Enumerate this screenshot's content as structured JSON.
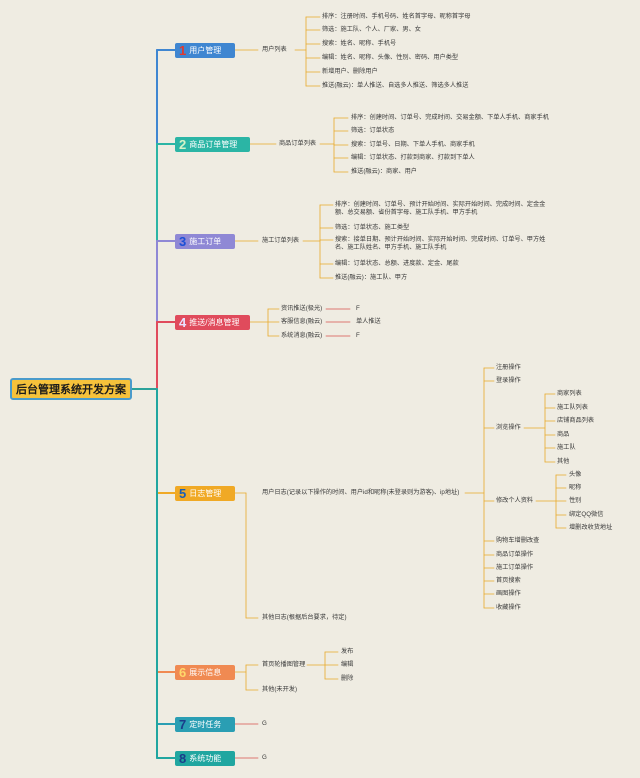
{
  "root": {
    "label": "后台管理系统开发方案"
  },
  "branches": [
    {
      "num": "1",
      "label": "用户管理",
      "color": "#3f86d1",
      "numColor": "#e03a2f"
    },
    {
      "num": "2",
      "label": "商品订单管理",
      "color": "#2bb5a5",
      "numColor": "#d6f3c8"
    },
    {
      "num": "3",
      "label": "施工订单",
      "color": "#8f88d5",
      "numColor": "#1b4fd6"
    },
    {
      "num": "4",
      "label": "推送/消息管理",
      "color": "#e04b5c",
      "numColor": "#e9e0ff"
    },
    {
      "num": "5",
      "label": "日志管理",
      "color": "#f0a925",
      "numColor": "#1a5fb4"
    },
    {
      "num": "6",
      "label": "展示信息",
      "color": "#f08a52",
      "numColor": "#ffd86a"
    },
    {
      "num": "7",
      "label": "定时任务",
      "color": "#2a9eb3",
      "numColor": "#1a3c8a"
    },
    {
      "num": "8",
      "label": "系统功能",
      "color": "#20a6a0",
      "numColor": "#1a3c8a"
    }
  ],
  "b1": {
    "sub": "用户列表",
    "items": [
      "排序：注册时间、手机号码、姓名首字母、昵称首字母",
      "筛选：施工队、个人、厂家、男、女",
      "搜索：姓名、昵称、手机号",
      "编辑：姓名、昵称、头像、性别、密码、用户类型",
      "新增用户、删除用户",
      "推送(融云)：单人推送、自选多人推送、筛选多人推送"
    ]
  },
  "b2": {
    "sub": "商品订单列表",
    "items": [
      "排序：创建时间、订单号、完成时间、交易金额、下单人手机、商家手机",
      "筛选：订单状态",
      "搜索：订单号、日期、下单人手机、商家手机",
      "编辑：订单状态、打款到商家、打款到下单人",
      "推送(融云)：商家、用户"
    ]
  },
  "b3": {
    "sub": "施工订单列表",
    "items": [
      "排序：创建时间、订单号、预计开始时间、实际开始时间、完成时间、定金金额、总交易额、省份首字母、施工队手机、甲方手机",
      "筛选：订单状态、施工类型",
      "搜索：接单日期、预计开始时间、实际开始时间、完成时间、订单号、甲方姓名、施工队姓名、甲方手机、施工队手机",
      "编辑：订单状态、总额、进度款、定金、尾款",
      "推送(融云)：施工队、甲方"
    ]
  },
  "b4": {
    "items": [
      {
        "label": "资讯推送(极光)",
        "value": "F"
      },
      {
        "label": "客服信息(融云)",
        "value": "单人推送"
      },
      {
        "label": "系统消息(融云)",
        "value": "F"
      }
    ]
  },
  "b5": {
    "sub1": "用户日志(记录以下操作的时间、用户id和昵称(未登录则为游客)、ip地址)",
    "sub2": "其他日志(根据后台要求，待定)",
    "ops": [
      "注册操作",
      "登录操作",
      "浏览操作",
      "修改个人资料",
      "购物车增删改查",
      "商品订单操作",
      "施工订单操作",
      "首页搜索",
      "画图操作",
      "收藏操作"
    ],
    "browse": [
      "商家列表",
      "施工队列表",
      "店铺商品列表",
      "商品",
      "施工队",
      "其他"
    ],
    "profile": [
      "头像",
      "昵称",
      "性别",
      "绑定QQ微信",
      "增删改收货地址"
    ]
  },
  "b6": {
    "sub1": "首页轮播图管理",
    "sub2": "其他(未开发)",
    "items": [
      "发布",
      "编辑",
      "删除"
    ]
  },
  "b7": {
    "value": "G"
  },
  "b8": {
    "value": "G"
  }
}
